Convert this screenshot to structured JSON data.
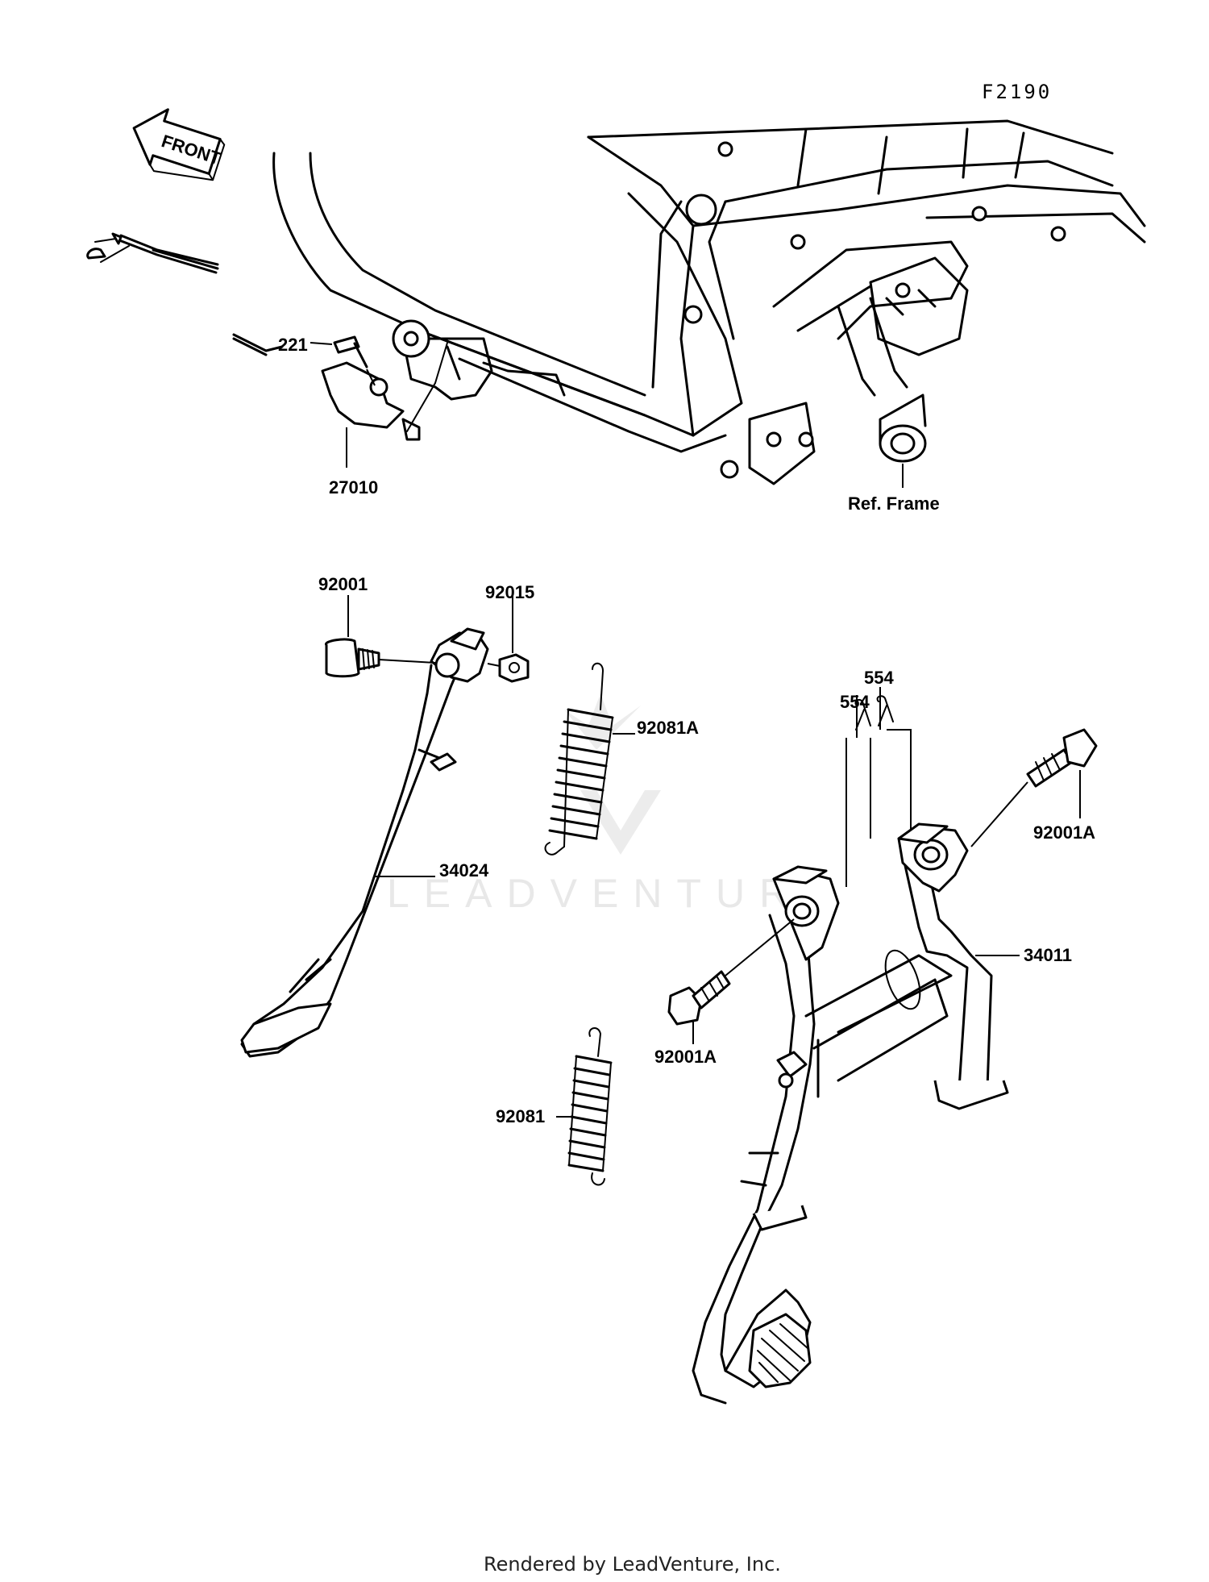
{
  "diagram_code": "F2190",
  "front_arrow_label": "FRONT",
  "watermark": "LEADVENTURE",
  "footer": "Rendered by LeadVenture, Inc.",
  "part_labels": {
    "p221": "221",
    "p27010": "27010",
    "ref_frame": "Ref. Frame",
    "p92001": "92001",
    "p92015": "92015",
    "p92081A": "92081A",
    "p554a": "554",
    "p554b": "554",
    "p92001A_right": "92001A",
    "p34024": "34024",
    "p34011": "34011",
    "p92001A_left": "92001A",
    "p92081": "92081"
  }
}
